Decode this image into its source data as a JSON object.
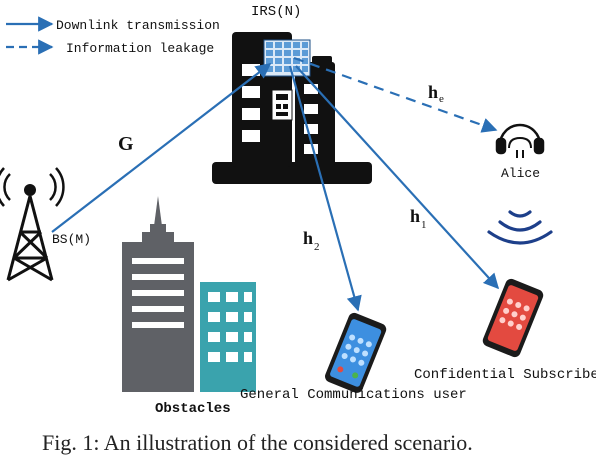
{
  "legend": {
    "downlink": "Downlink transmission",
    "leakage": "Information leakage"
  },
  "labels": {
    "irs": "IRS(N)",
    "bs": "BS(M)",
    "alice": "Alice",
    "g": "G",
    "he_main": "h",
    "he_sub": "e",
    "h1_main": "h",
    "h1_sub": "1",
    "h2_main": "h",
    "h2_sub": "2",
    "obstacles": "Obstacles",
    "general_user": "General Communications user",
    "confidential": "Confidential Subscriber"
  },
  "caption": "Fig. 1: An illustration of the considered scenario.",
  "colors": {
    "arrow": "#2a6fb5",
    "building": "#111111",
    "obstacle_gray": "#5f6166",
    "obstacle_teal": "#3aa3ad",
    "phone_blue": "#3d8fe0",
    "phone_red": "#e34a40"
  }
}
